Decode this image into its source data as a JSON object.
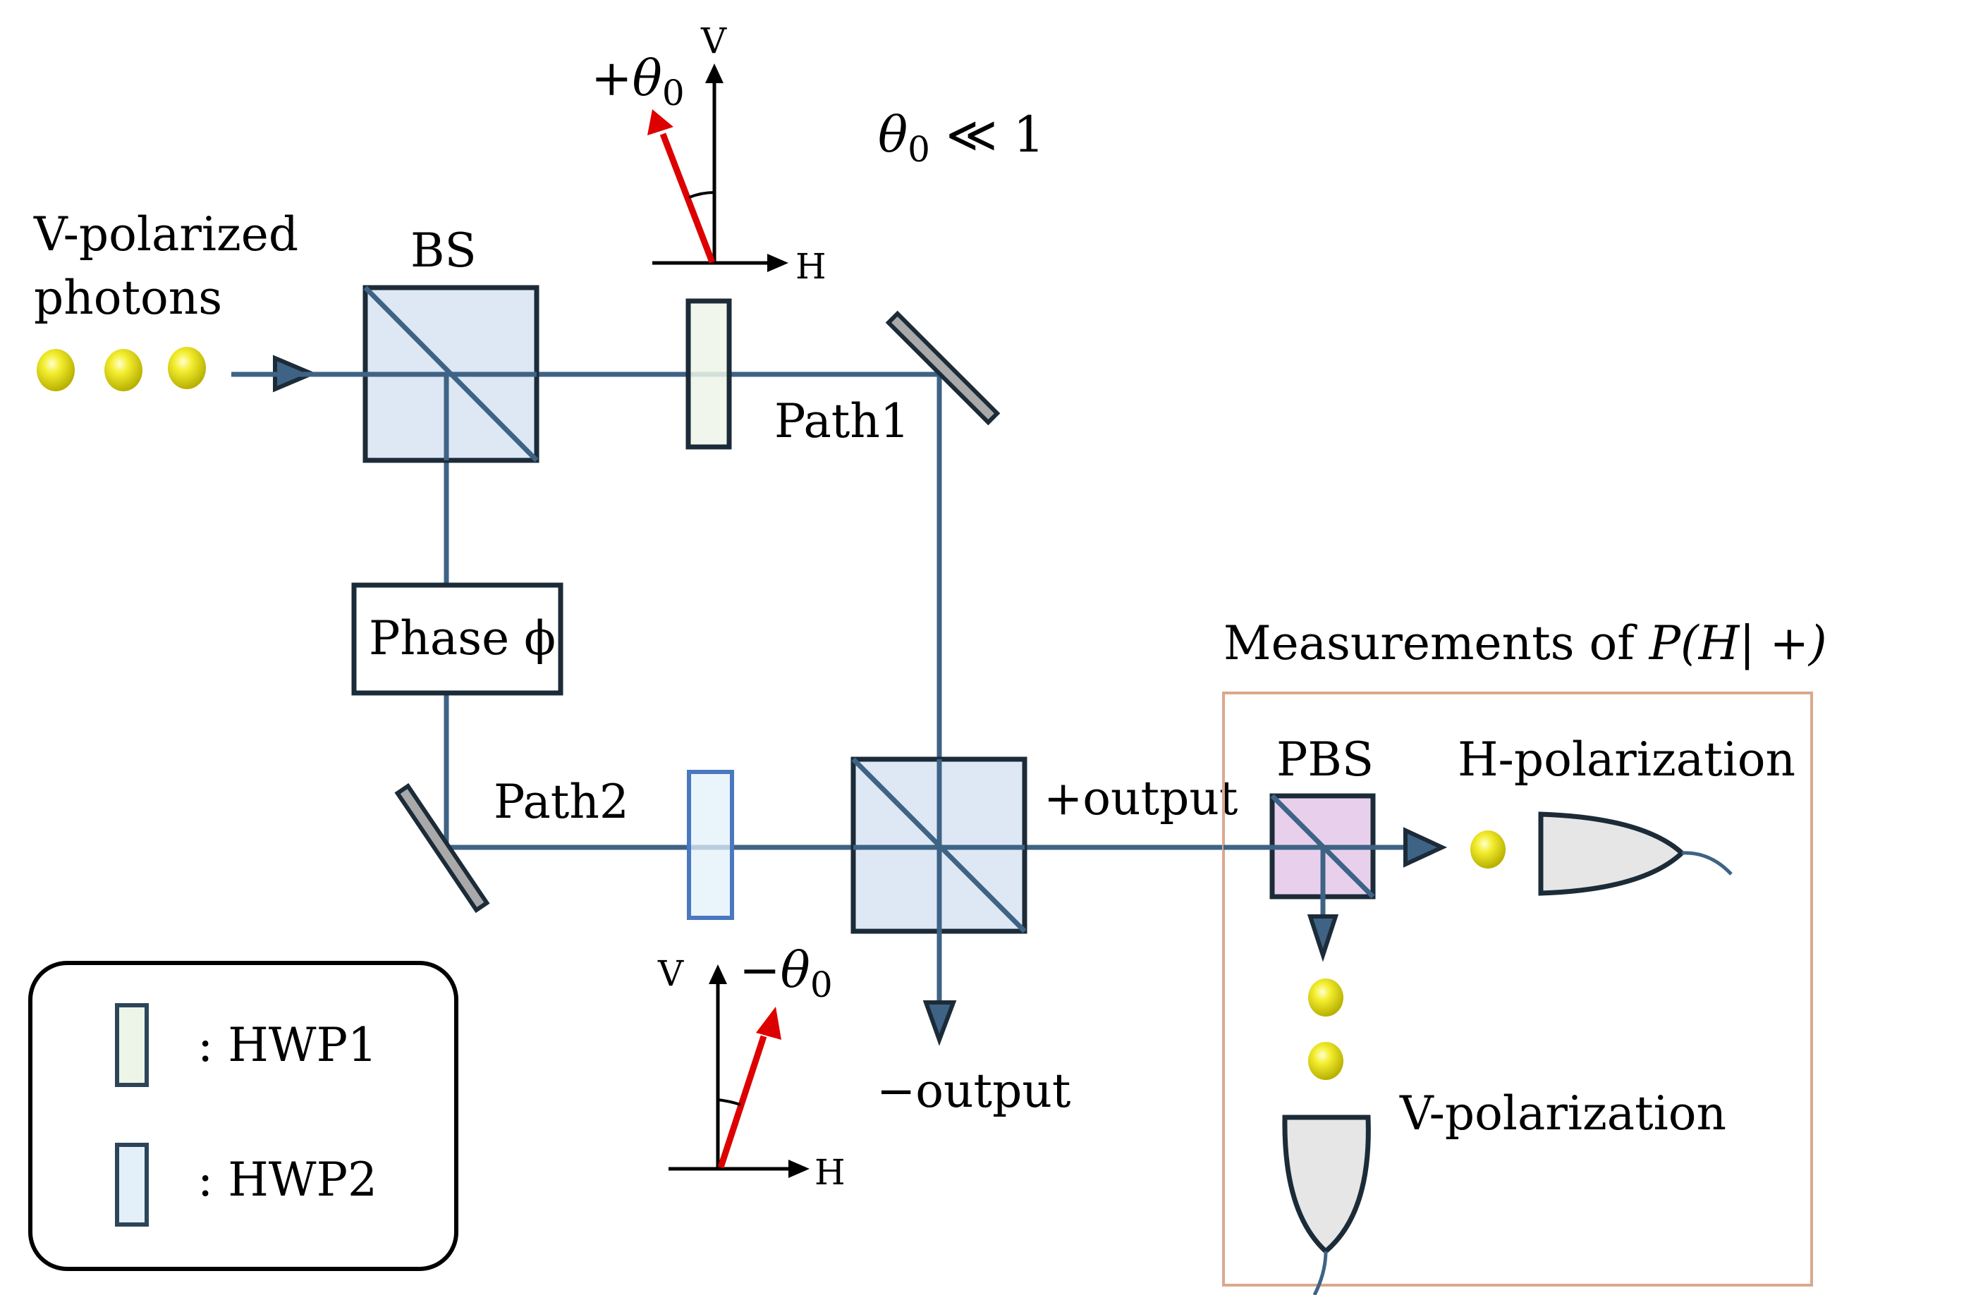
{
  "source": {
    "label_line1": "V-polarized",
    "label_line2": "photons",
    "photon_count": 3
  },
  "components": {
    "bs_label": "BS",
    "phase_label": "Phase ϕ",
    "path1_label": "Path1",
    "path2_label": "Path2",
    "plus_output_label": "+output",
    "minus_output_label": "−output",
    "pbs_label": "PBS",
    "h_detector_label": "H-polarization",
    "v_detector_label": "V-polarization"
  },
  "measurement": {
    "title_text": "Measurements of ",
    "title_math": "P(H| +)"
  },
  "polarization_top": {
    "v_axis": "V",
    "h_axis": "H",
    "angle_label_sign": "+",
    "angle_label_symbol": "θ",
    "angle_label_sub": "0"
  },
  "polarization_bottom": {
    "v_axis": "V",
    "h_axis": "H",
    "angle_label_sign": "−",
    "angle_label_symbol": "θ",
    "angle_label_sub": "0"
  },
  "condition": {
    "symbol": "θ",
    "sub": "0",
    "relation": " ≪ 1"
  },
  "legend": {
    "items": [
      {
        "key": "HWP1",
        "label": ":  HWP1",
        "fill": "#edf5e8"
      },
      {
        "key": "HWP2",
        "label": ":  HWP2",
        "fill": "#e3f0f9"
      }
    ]
  },
  "colors": {
    "beam": "#3e6385",
    "bs_fill": "#dde8f4",
    "pbs_fill": "#e8d0ec",
    "hwp1_fill": "#edf5e8",
    "hwp2_fill": "#e3f0f9",
    "hwp2_stroke": "#4a78c0",
    "mirror_fill": "#a9a9a9",
    "detector_fill": "#e6e6e6",
    "polarization_arrow": "#dd0000",
    "measurement_border": "#d9a98c",
    "photon": "#f2ea2a"
  }
}
